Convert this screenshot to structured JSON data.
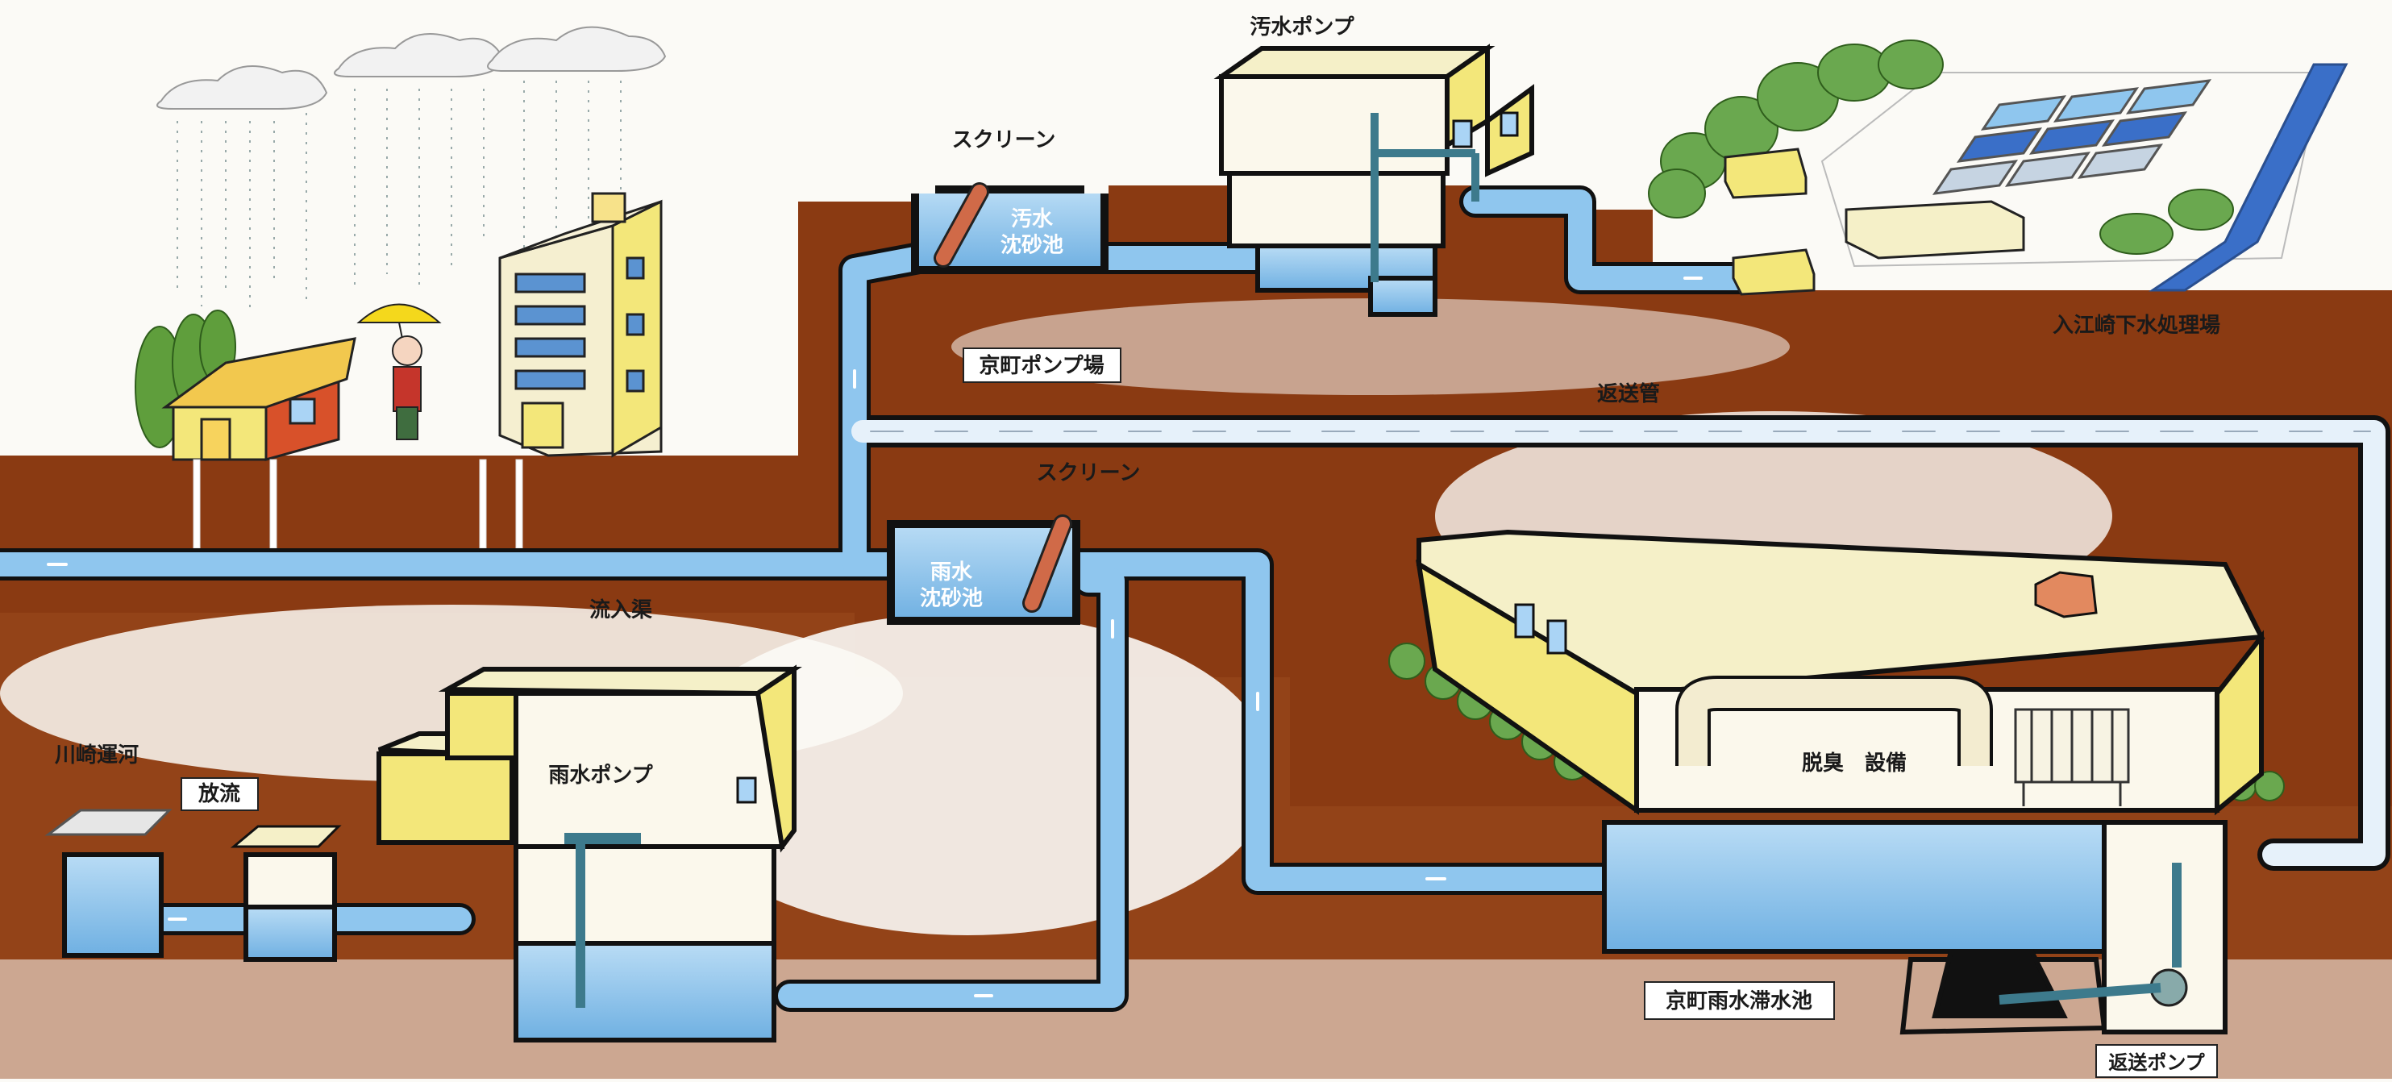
{
  "labels": {
    "sewage_pump": "汚水ポンプ",
    "screen_top": "スクリーン",
    "sewage_sand_tank": "汚水\n沈砂池",
    "kyomachi_pump_station": "京町ポンプ場",
    "return_pipe": "返送管",
    "screen_mid": "スクリーン",
    "rain_sand_tank": "雨水\n沈砂池",
    "inflow_sewer": "流入渠",
    "kawasaki_canal": "川崎運河",
    "discharge": "放流",
    "rain_pump": "雨水ポンプ",
    "deodorization": "脱臭　設備",
    "retention_pond": "京町雨水滞水池",
    "return_pump": "返送ポンプ",
    "treatment_plant": "入江崎下水処理場"
  },
  "colors": {
    "earth": "#8a3a12",
    "water": "#8fc6ee",
    "pipe_outline": "#111111",
    "building_yellow": "#f3e77a",
    "roof_cream": "#f5f0c8",
    "tree_green": "#6aa84f"
  }
}
